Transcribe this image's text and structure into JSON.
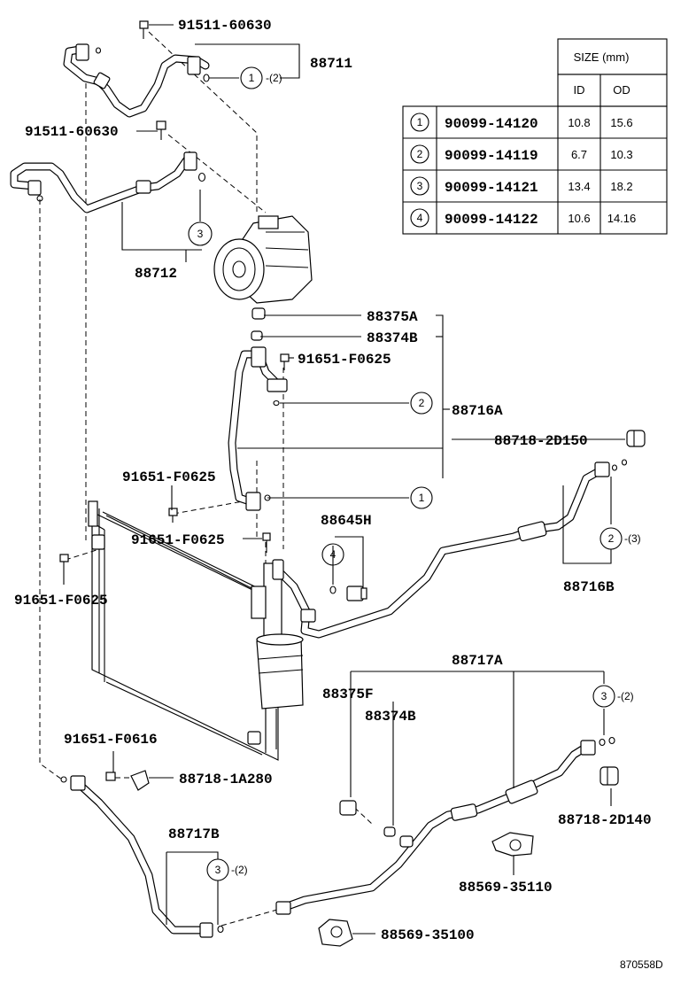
{
  "diagram_id": "870558D",
  "table": {
    "header_size": "SIZE (mm)",
    "header_id": "ID",
    "header_od": "OD",
    "rows": [
      {
        "num": "1",
        "part": "90099-14120",
        "id": "10.8",
        "od": "15.6"
      },
      {
        "num": "2",
        "part": "90099-14119",
        "id": "6.7",
        "od": "10.3"
      },
      {
        "num": "3",
        "part": "90099-14121",
        "id": "13.4",
        "od": "18.2"
      },
      {
        "num": "4",
        "part": "90099-14122",
        "id": "10.6",
        "od": "14.16"
      }
    ]
  },
  "labels": {
    "bolt_top_1": "91511-60630",
    "assy_88711": "88711",
    "bolt_top_2": "91511-60630",
    "assy_88712": "88712",
    "p_88375A": "88375A",
    "p_88374B_top": "88374B",
    "bolt_f0625_a": "91651-F0625",
    "assy_88716A": "88716A",
    "p_88718_2D150": "88718-2D150",
    "bolt_f0625_b": "91651-F0625",
    "p_88645H": "88645H",
    "bolt_f0625_c": "91651-F0625",
    "bolt_f0625_d": "91651-F0625",
    "assy_88716B": "88716B",
    "assy_88717A": "88717A",
    "p_88375F": "88375F",
    "p_88374B_bot": "88374B",
    "bolt_f0616": "91651-F0616",
    "p_88718_1A280": "88718-1A280",
    "p_88718_2D140": "88718-2D140",
    "assy_88717B": "88717B",
    "p_88569_35110": "88569-35110",
    "p_88569_35100": "88569-35100"
  },
  "callouts": {
    "c1_88711": "1",
    "c1_88711_qty": "-(2)",
    "c3_88712": "3",
    "c2_88716A": "2",
    "c1_88716A": "1",
    "c4_88645H": "4",
    "c2_88716B": "2",
    "c2_88716B_qty": "-(3)",
    "c3_88717A": "3",
    "c3_88717A_qty": "-(2)",
    "c3_88717B": "3",
    "c3_88717B_qty": "-(2)"
  }
}
